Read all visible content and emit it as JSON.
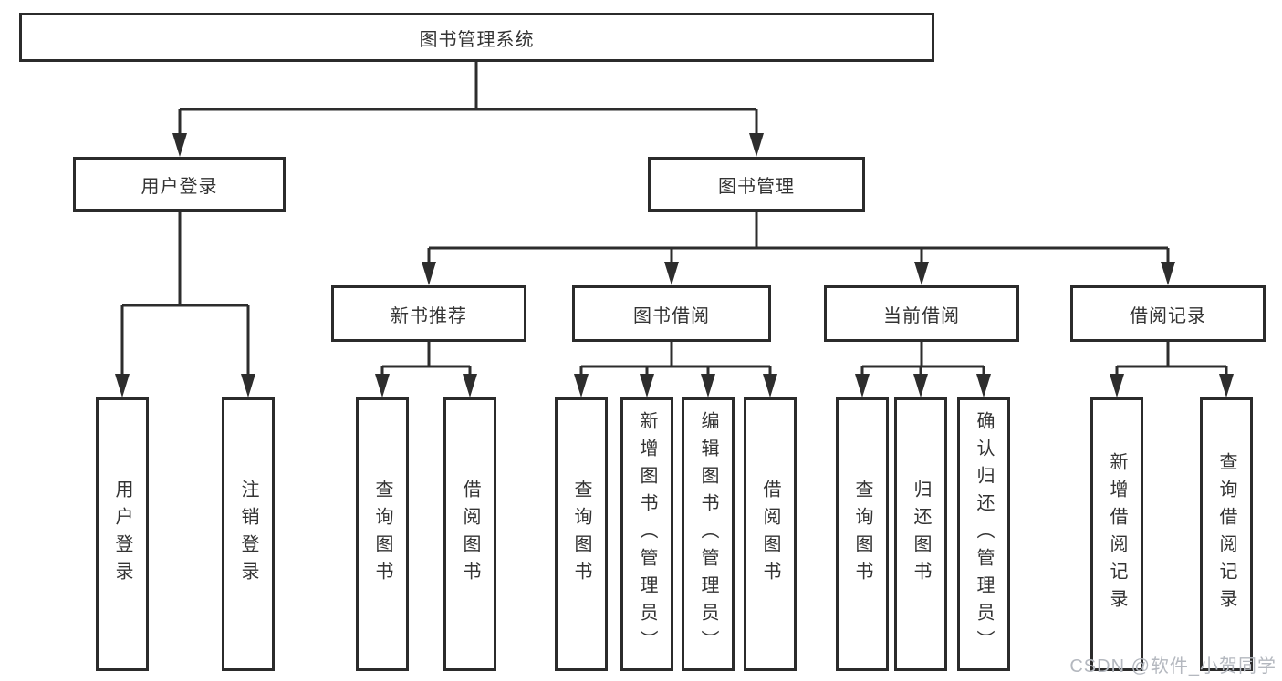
{
  "diagram": {
    "title": "图书管理系统",
    "root": {
      "label": "图书管理系统"
    },
    "level2": [
      {
        "label": "用户登录"
      },
      {
        "label": "图书管理"
      }
    ],
    "level3": [
      {
        "label": "新书推荐"
      },
      {
        "label": "图书借阅"
      },
      {
        "label": "当前借阅"
      },
      {
        "label": "借阅记录"
      }
    ],
    "leaves": {
      "user_login": [
        "用户登录",
        "注销登录"
      ],
      "new_book": [
        "查询图书",
        "借阅图书"
      ],
      "book_borrow": [
        "查询图书",
        "新增图书（管理员）",
        "编辑图书（管理员）",
        "借阅图书"
      ],
      "current_borrow": [
        "查询图书",
        "归还图书",
        "确认归还（管理员）"
      ],
      "borrow_record": [
        "新增借阅记录",
        "查询借阅记录"
      ]
    }
  },
  "watermark": {
    "text": "CSDN @软件_小贺同学"
  },
  "colors": {
    "line": "#2d2d2d",
    "border": "#2b2b2b",
    "text": "#333333",
    "watermark": "#b4b8bf",
    "background": "#ffffff"
  }
}
